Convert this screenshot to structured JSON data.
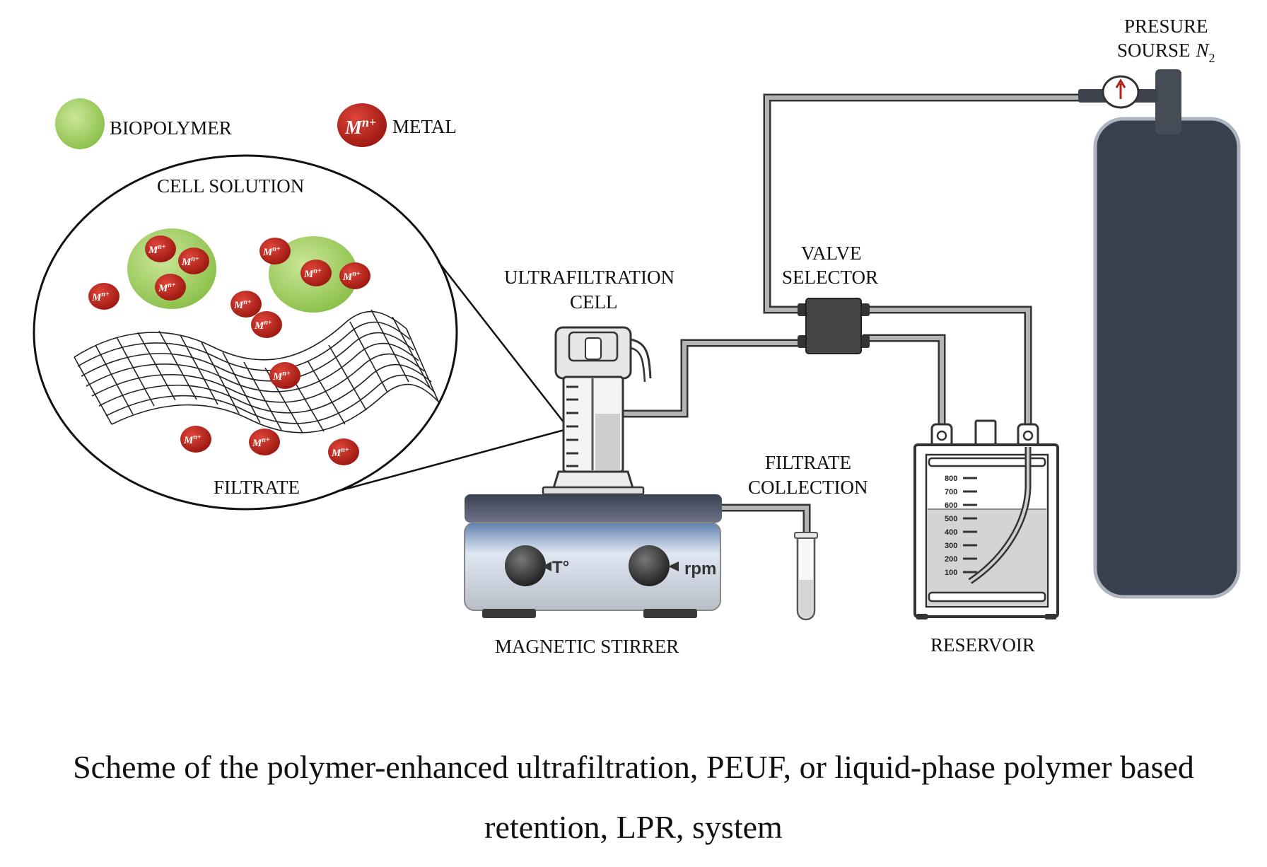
{
  "legend": {
    "biopolymer_label": "BIOPOLYMER",
    "metal_label": "METAL",
    "metal_symbol": "M",
    "metal_charge": "n+"
  },
  "zoom": {
    "top_label": "CELL SOLUTION",
    "bottom_label": "FILTRATE"
  },
  "components": {
    "pressure_source": {
      "line1": "PRESURE",
      "line2": "SOURSE",
      "symbol": "N",
      "subscript": "2"
    },
    "valve_selector": {
      "line1": "VALVE",
      "line2": "SELECTOR"
    },
    "ultrafiltration_cell": {
      "line1": "ULTRAFILTRATION",
      "line2": "CELL"
    },
    "filtrate_collection": {
      "line1": "FILTRATE",
      "line2": "COLLECTION"
    },
    "magnetic_stirrer": {
      "label": "MAGNETIC STIRRER",
      "knob_temp": "T°",
      "knob_rpm": "rpm"
    },
    "reservoir": {
      "label": "RESERVOIR",
      "scale": [
        "800",
        "700",
        "600",
        "500",
        "400",
        "300",
        "200",
        "100"
      ]
    }
  },
  "caption": {
    "line1": "Scheme of the polymer-enhanced ultrafiltration, PEUF, or liquid-phase polymer based",
    "line2": "retention, LPR, system"
  },
  "colors": {
    "biopolymer": "#9ccd5a",
    "metal": "#b3221a",
    "cylinder": "#36404f",
    "pipe": "#8f8f8f",
    "valve": "#444444"
  }
}
